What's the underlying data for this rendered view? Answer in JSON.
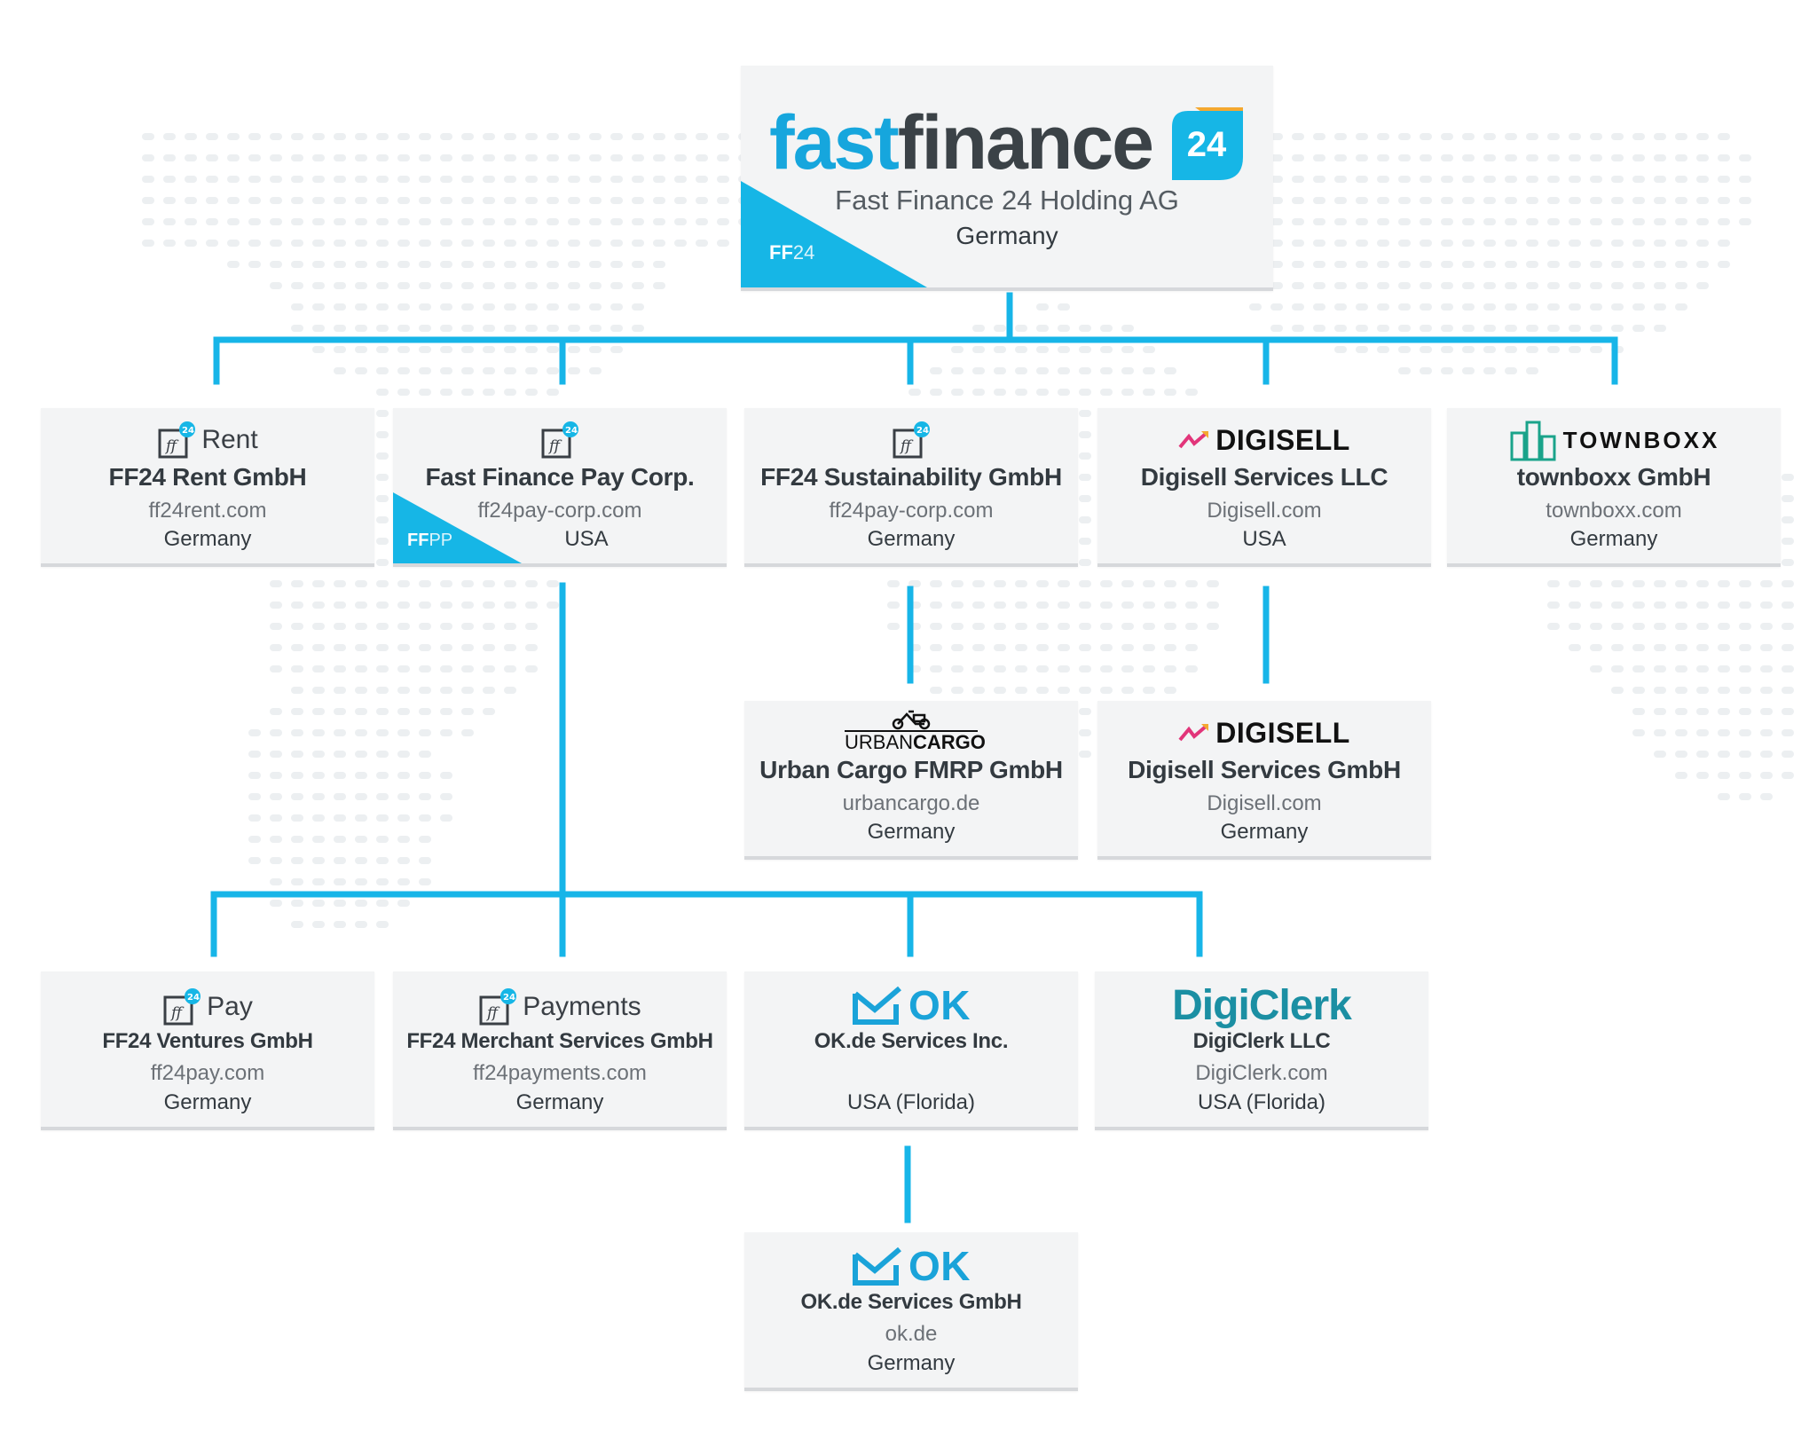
{
  "colors": {
    "accent": "#16b6e6",
    "connector": "#17b5e8",
    "card_bg": "#f3f4f5",
    "text_dark": "#333a40",
    "text_muted": "#6c7177"
  },
  "root": {
    "logo_fast": "fast",
    "logo_finance": "finance",
    "logo_badge": "24",
    "name": "Fast Finance 24 Holding AG",
    "country": "Germany",
    "corner_bold": "FF",
    "corner_thin": "24"
  },
  "level1": [
    {
      "logo_icon": "ff24-icon",
      "logo_word": "Rent",
      "name": "FF24 Rent GmbH",
      "web": "ff24rent.com",
      "country": "Germany"
    },
    {
      "logo_icon": "ff24-icon",
      "logo_word": "",
      "name": "Fast Finance Pay Corp.",
      "web": "ff24pay-corp.com",
      "country": "USA",
      "corner_bold": "FF",
      "corner_thin": "PP"
    },
    {
      "logo_icon": "ff24-icon",
      "logo_word": "",
      "name": "FF24 Sustainability GmbH",
      "web": "ff24pay-corp.com",
      "country": "Germany"
    },
    {
      "logo_icon": "digisell-icon",
      "logo_word": "DIGISELL",
      "name": "Digisell Services LLC",
      "web": "Digisell.com",
      "country": "USA"
    },
    {
      "logo_icon": "townboxx-icon",
      "logo_word": "TOWNBOXX",
      "name": "townboxx GmbH",
      "web": "townboxx.com",
      "country": "Germany"
    }
  ],
  "level2": [
    {
      "logo_icon": "cargo-bike-icon",
      "logo_word_a": "URBAN",
      "logo_word_b": "CARGO",
      "name": "Urban Cargo FMRP GmbH",
      "web": "urbancargo.de",
      "country": "Germany"
    },
    {
      "logo_icon": "digisell-icon",
      "logo_word": "DIGISELL",
      "name": "Digisell Services GmbH",
      "web": "Digisell.com",
      "country": "Germany"
    }
  ],
  "level3": [
    {
      "logo_icon": "ff24-icon",
      "logo_word": "Pay",
      "name": "FF24 Ventures GmbH",
      "web": "ff24pay.com",
      "country": "Germany"
    },
    {
      "logo_icon": "ff24-icon",
      "logo_word": "Payments",
      "name": "FF24 Merchant Services GmbH",
      "web": "ff24payments.com",
      "country": "Germany"
    },
    {
      "logo_icon": "ok-envelope-icon",
      "logo_word": "OK",
      "name": "OK.de Services Inc.",
      "web": "",
      "country": "USA (Florida)"
    },
    {
      "logo_icon": "digiclerk-icon",
      "logo_word": "DigiClerk",
      "name": "DigiClerk LLC",
      "web": "DigiClerk.com",
      "country": "USA (Florida)"
    }
  ],
  "level4": [
    {
      "logo_icon": "ok-envelope-icon",
      "logo_word": "OK",
      "name": "OK.de Services GmbH",
      "web": "ok.de",
      "country": "Germany"
    }
  ]
}
